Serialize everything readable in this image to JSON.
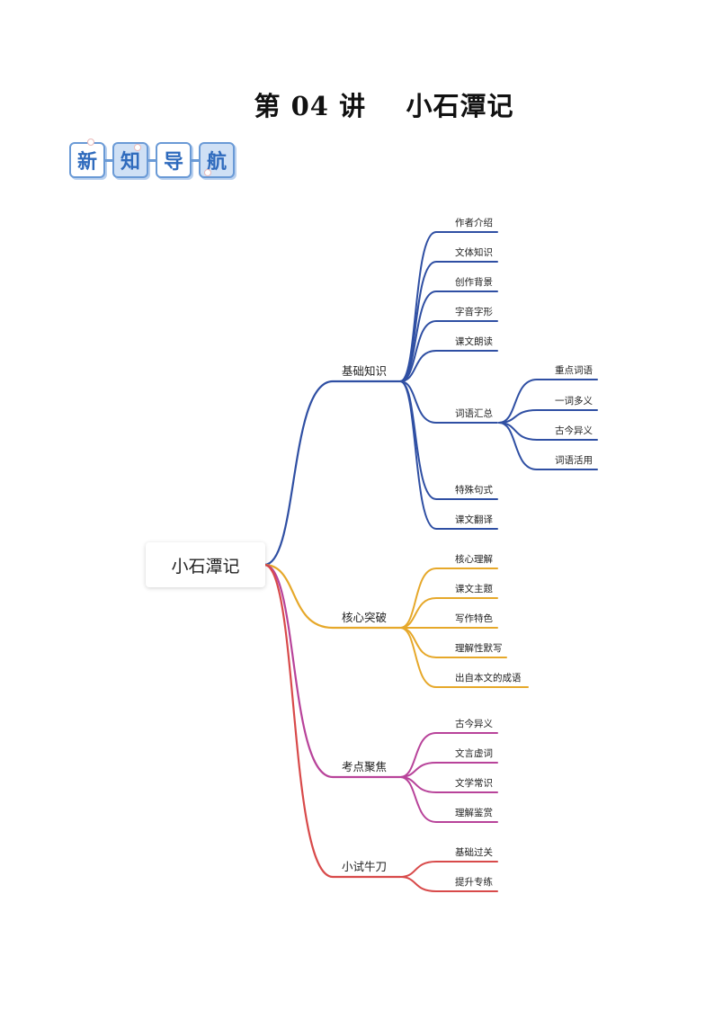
{
  "page": {
    "title": "第 04 讲    小石潭记",
    "badges": [
      "新",
      "知",
      "导",
      "航"
    ]
  },
  "mindmap": {
    "root": "小石潭记",
    "branches": [
      {
        "label": "基础知识",
        "color": "#2f4fa3",
        "children": [
          {
            "label": "作者介绍"
          },
          {
            "label": "文体知识"
          },
          {
            "label": "创作背景"
          },
          {
            "label": "字音字形"
          },
          {
            "label": "课文朗读"
          },
          {
            "label": "词语汇总",
            "children": [
              "重点词语",
              "一词多义",
              "古今异义",
              "词语活用"
            ]
          },
          {
            "label": "特殊句式"
          },
          {
            "label": "课文翻译"
          }
        ]
      },
      {
        "label": "核心突破",
        "color": "#e6a82a",
        "children": [
          {
            "label": "核心理解"
          },
          {
            "label": "课文主题"
          },
          {
            "label": "写作特色"
          },
          {
            "label": "理解性默写"
          },
          {
            "label": "出自本文的成语"
          }
        ]
      },
      {
        "label": "考点聚焦",
        "color": "#b8439a",
        "children": [
          {
            "label": "古今异义"
          },
          {
            "label": "文言虚词"
          },
          {
            "label": "文学常识"
          },
          {
            "label": "理解鉴赏"
          }
        ]
      },
      {
        "label": "小试牛刀",
        "color": "#d84a4a",
        "children": [
          {
            "label": "基础过关"
          },
          {
            "label": "提升专练"
          }
        ]
      }
    ]
  }
}
